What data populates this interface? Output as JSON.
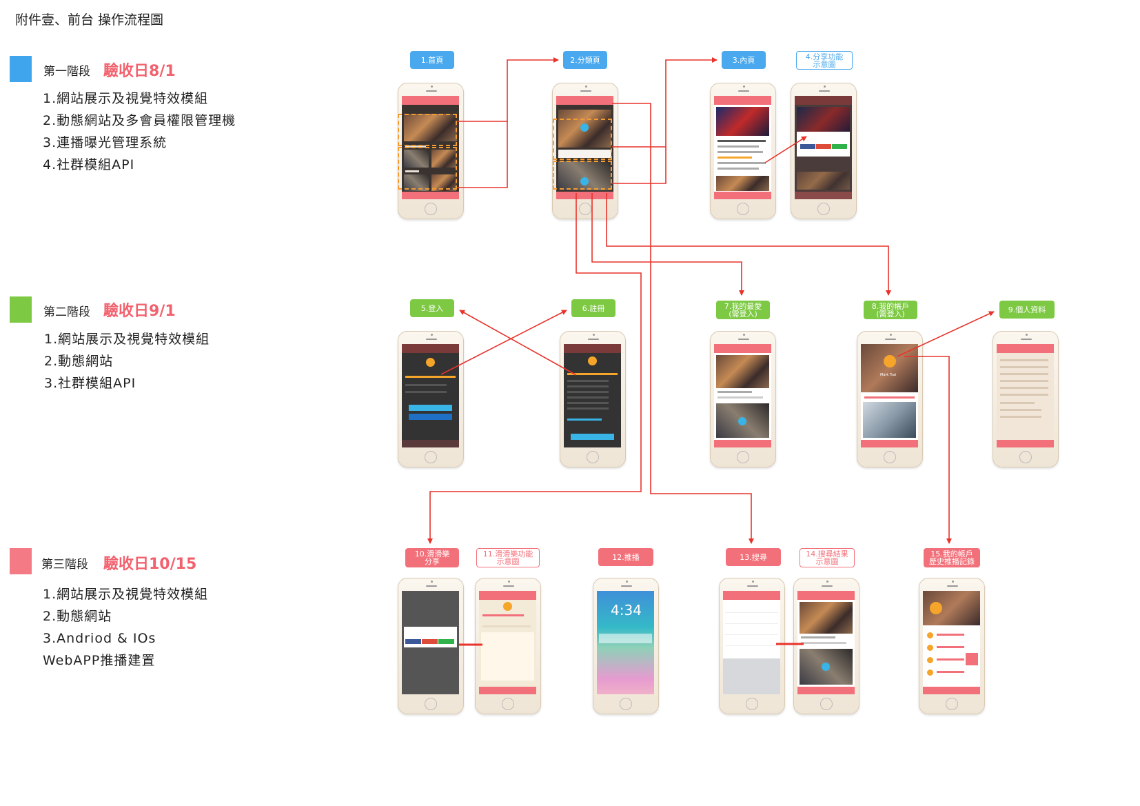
{
  "page_title": "附件壹、前台 操作流程圖",
  "stages": [
    {
      "name": "第一階段",
      "date": "驗收日8/1",
      "color": "#3fa6ee",
      "items": [
        "1.網站展示及視覺特效模組",
        "2.動態網站及多會員權限管理機",
        "3.連播曝光管理系統",
        "4.社群模組API"
      ]
    },
    {
      "name": "第二階段",
      "date": "驗收日9/1",
      "color": "#7dc943",
      "items": [
        "1.網站展示及視覺特效模組",
        "2.動態網站",
        "3.社群模組API"
      ]
    },
    {
      "name": "第三階段",
      "date": "驗收日10/15",
      "color": "#f47b85",
      "items": [
        "1.網站展示及視覺特效模組",
        "2.動態網站",
        "3.Andriod & IOs",
        "WebAPP推播建置"
      ]
    }
  ],
  "screens": {
    "s1": "1.首頁",
    "s2": "2.分類頁",
    "s3": "3.內頁",
    "s4": "4.分享功能\n示意圖",
    "s5": "5.登入",
    "s6": "6.註冊",
    "s7": "7.我的最愛\n(需登入)",
    "s8": "8.我的帳戶\n(需登入)",
    "s9": "9.個人資料",
    "s10": "10.滑滑樂\n分享",
    "s11": "11.滑滑樂功能\n示意圖",
    "s12": "12.推播",
    "s13": "13.搜尋",
    "s14": "14.搜尋結果\n示意圖",
    "s15": "15.我的帳戶\n歷史推播記錄"
  },
  "phone_text": {
    "lock_time": "4:34",
    "profile_name": "Mark Tsai"
  },
  "colors": {
    "arrow": "#e8322a",
    "highlight": "#f39c32",
    "app_accent": "#f2707a"
  }
}
